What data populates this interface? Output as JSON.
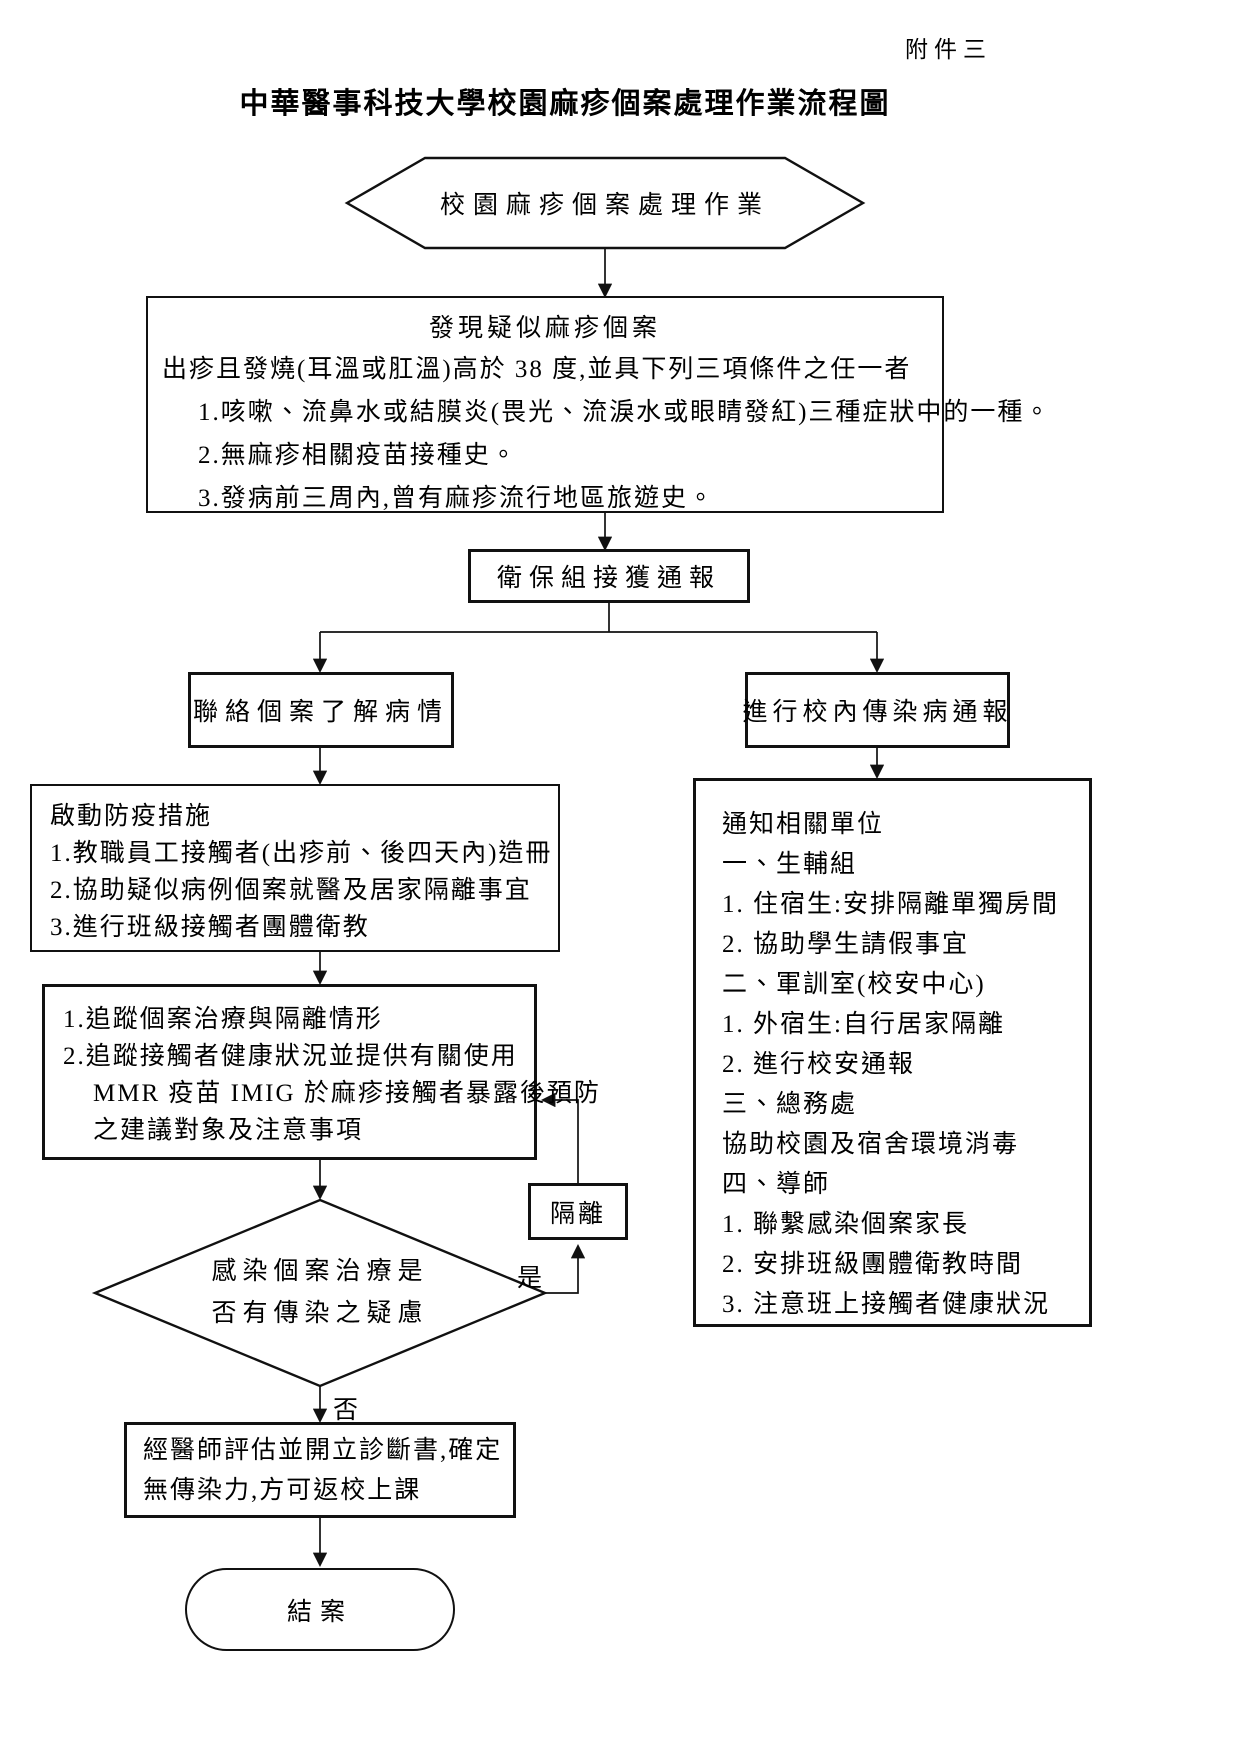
{
  "page": {
    "annotation": "附件三",
    "title": "中華醫事科技大學校園麻疹個案處理作業流程圖"
  },
  "nodes": {
    "start": {
      "label": "校園麻疹個案處理作業"
    },
    "case_box": {
      "heading": "發現疑似麻疹個案",
      "intro": "出疹且發燒(耳溫或肛溫)高於 38 度,並具下列三項條件之任一者",
      "items": [
        "1.咳嗽、流鼻水或結膜炎(畏光、流淚水或眼睛發紅)三種症狀中的一種。",
        "2.無麻疹相關疫苗接種史。",
        "3.發病前三周內,曾有麻疹流行地區旅遊史。"
      ]
    },
    "notified": {
      "label": "衛保組接獲通報"
    },
    "contact": {
      "label": "聯絡個案了解病情"
    },
    "campus_report": {
      "label": "進行校內傳染病通報"
    },
    "prevention": {
      "lines": [
        "啟動防疫措施",
        "1.教職員工接觸者(出疹前、後四天內)造冊",
        "2.協助疑似病例個案就醫及居家隔離事宜",
        "3.進行班級接觸者團體衛教"
      ]
    },
    "tracking": {
      "lines": [
        "1.追蹤個案治療與隔離情形",
        "2.追蹤接觸者健康狀況並提供有關使用",
        "MMR 疫苗 IMIG 於麻疹接觸者暴露後預防",
        "之建議對象及注意事項"
      ]
    },
    "notify_units": {
      "lines": [
        "通知相關單位",
        "一、生輔組",
        "1.  住宿生:安排隔離單獨房間",
        "2.  協助學生請假事宜",
        "二、軍訓室(校安中心)",
        "1.  外宿生:自行居家隔離",
        "2.  進行校安通報",
        "三、總務處",
        "協助校園及宿舍環境消毒",
        "四、導師",
        "1.  聯繫感染個案家長",
        "2.  安排班級團體衛教時間",
        "3.  注意班上接觸者健康狀況"
      ]
    },
    "isolation": {
      "label": "隔離"
    },
    "decision": {
      "line1": "感染個案治療是",
      "line2": "否有傳染之疑慮",
      "yes_label": "是",
      "no_label": "否"
    },
    "doctor": {
      "lines": [
        "經醫師評估並開立診斷書,確定",
        "無傳染力,方可返校上課"
      ]
    },
    "end": {
      "label": "結案"
    }
  }
}
